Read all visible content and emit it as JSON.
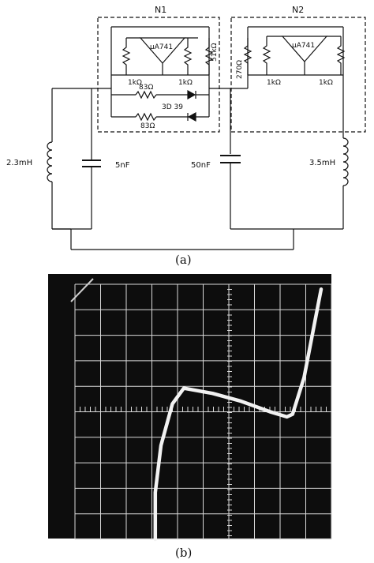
{
  "figure": {
    "caption_a": "(a)",
    "caption_b": "(b)"
  },
  "circuit": {
    "n1_label": "N1",
    "n2_label": "N2",
    "n1_opamp": "μA741",
    "n2_opamp": "μA741",
    "n1_res_left": "1kΩ",
    "n1_res_mid": "1kΩ",
    "n1_res_right": "51kΩ",
    "n1_res_83_top": "83Ω",
    "n1_res_83_bottom": "83Ω",
    "n1_diode": "3D 39",
    "n2_res_left": "270Ω",
    "n2_res_mid": "1kΩ",
    "n2_res_right": "1kΩ",
    "left_inductor": "2.3mH",
    "left_capacitor": "5nF",
    "right_capacitor": "50nF",
    "right_inductor": "3.5mH"
  },
  "scope": {
    "screen_color": "#0d0d0d",
    "grid_color": "#d9d9d9",
    "trace_color": "#f2f2f2",
    "grid_columns": 10,
    "grid_rows": 10,
    "trace_points": [
      [
        -0.13,
        -0.5
      ],
      [
        -0.13,
        -0.32
      ],
      [
        -0.12,
        -0.14
      ],
      [
        -0.1,
        0.02
      ],
      [
        -0.08,
        0.08
      ],
      [
        -0.03,
        0.06
      ],
      [
        0.02,
        0.03
      ],
      [
        0.07,
        -0.01
      ],
      [
        0.1,
        -0.03
      ],
      [
        0.11,
        -0.02
      ],
      [
        0.13,
        0.12
      ],
      [
        0.16,
        0.46
      ]
    ]
  }
}
